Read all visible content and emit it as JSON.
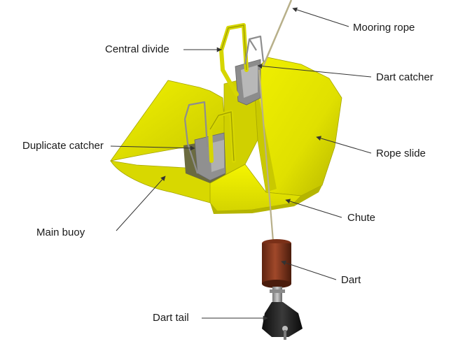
{
  "labels": {
    "mooring_rope": "Mooring rope",
    "central_divide": "Central divide",
    "dart_catcher": "Dart catcher",
    "duplicate_catcher": "Duplicate catcher",
    "rope_slide": "Rope slide",
    "chute": "Chute",
    "main_buoy": "Main buoy",
    "dart": "Dart",
    "dart_tail": "Dart tail"
  },
  "colors": {
    "buoy_yellow": "#e6e600",
    "buoy_shadow": "#b8b800",
    "frame_grey": "#9a9a9a",
    "dart_brown": "#8b3a1e",
    "dart_tail_black": "#1c1c1c",
    "leader_line": "#333333",
    "label_text": "#1a1a1a"
  }
}
